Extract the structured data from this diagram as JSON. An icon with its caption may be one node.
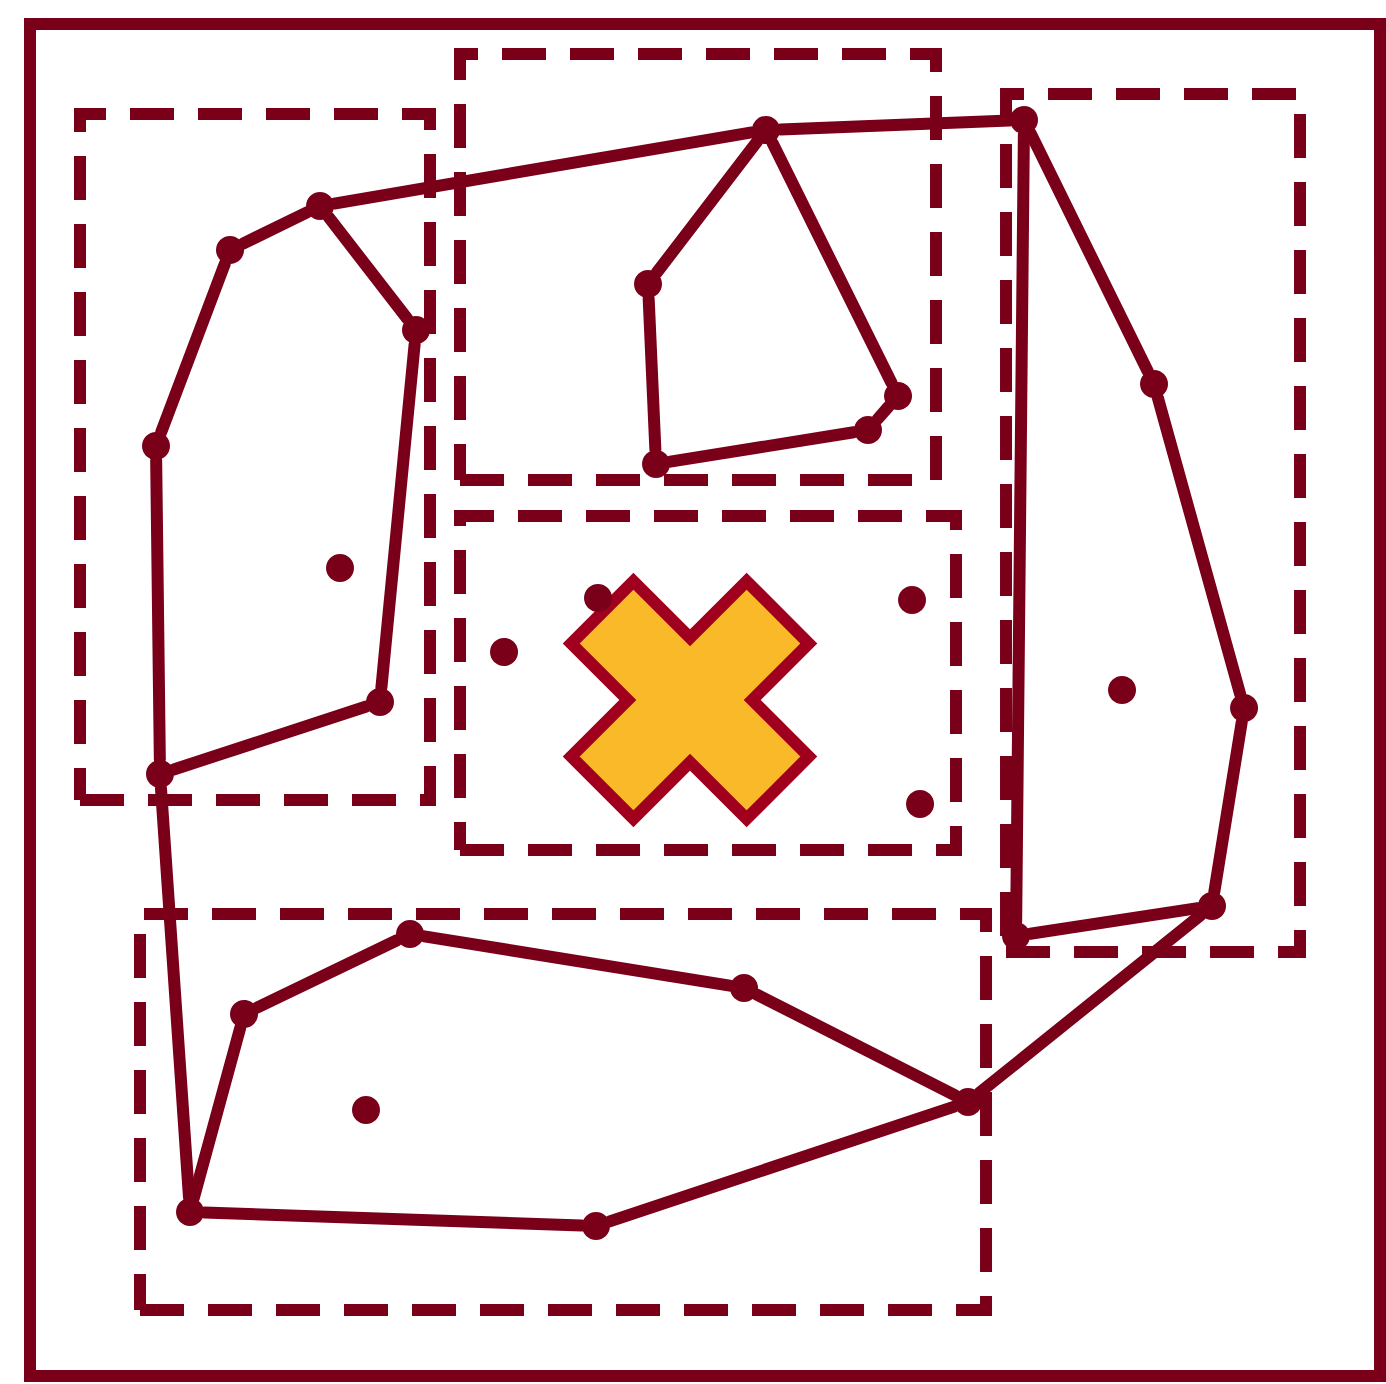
{
  "diagram": {
    "nodes": [
      {
        "text": [],
        "shape": "box"
      },
      {
        "text": [],
        "shape": "box"
      },
      {
        "text": [],
        "shape": "box"
      },
      {
        "text": [],
        "shape": "box"
      },
      {
        "text": [],
        "shape": "box"
      },
      {
        "text": [],
        "shape": "cross",
        "in": 2
      },
      {
        "text": [],
        "shape": "circle",
        "in": 0
      },
      {
        "text": [],
        "shape": "circle",
        "in": 0
      },
      {
        "text": [],
        "shape": "circle",
        "in": 0
      },
      {
        "text": [],
        "shape": "circle",
        "in": 0
      },
      {
        "text": [],
        "shape": "circle",
        "in": 0
      },
      {
        "text": [],
        "shape": "circle",
        "in": 0
      },
      {
        "text": [],
        "shape": "circle",
        "in": 0
      },
      {
        "text": [],
        "shape": "circle",
        "in": 1
      },
      {
        "text": [],
        "shape": "circle",
        "in": 1
      },
      {
        "text": [],
        "shape": "circle",
        "in": 1
      },
      {
        "text": [],
        "shape": "circle",
        "in": 1
      },
      {
        "text": [],
        "shape": "circle",
        "in": 1
      },
      {
        "text": [],
        "shape": "circle",
        "in": 2
      },
      {
        "text": [],
        "shape": "circle",
        "in": 2
      },
      {
        "text": [],
        "shape": "circle",
        "in": 2
      },
      {
        "text": [],
        "shape": "circle",
        "in": 2
      },
      {
        "text": [],
        "shape": "circle",
        "in": 3
      },
      {
        "text": [],
        "shape": "circle",
        "in": 3
      },
      {
        "text": [],
        "shape": "circle",
        "in": 3
      },
      {
        "text": [],
        "shape": "circle",
        "in": 3
      },
      {
        "text": [],
        "shape": "circle",
        "in": 3
      },
      {
        "text": [],
        "shape": "circle",
        "in": 3
      },
      {
        "text": [],
        "shape": "circle",
        "in": 4
      },
      {
        "text": [],
        "shape": "circle",
        "in": 4
      },
      {
        "text": [],
        "shape": "circle",
        "in": 4
      },
      {
        "text": [],
        "shape": "circle",
        "in": 4
      },
      {
        "text": [],
        "shape": "circle",
        "in": 4
      },
      {
        "text": [],
        "shape": "circle",
        "in": 4
      },
      {
        "text": [],
        "shape": "circle",
        "in": 4
      }
    ],
    "edges": [
      {
        "from": 6,
        "to": 7,
        "arrow": "none"
      },
      {
        "from": 7,
        "to": 8,
        "arrow": "none"
      },
      {
        "from": 8,
        "to": 9,
        "arrow": "none"
      },
      {
        "from": 9,
        "to": 10,
        "arrow": "none"
      },
      {
        "from": 10,
        "to": 11,
        "arrow": "none"
      },
      {
        "from": 11,
        "to": 6,
        "arrow": "none"
      },
      {
        "from": 6,
        "to": 13,
        "arrow": "none"
      },
      {
        "from": 9,
        "to": 28,
        "arrow": "none"
      },
      {
        "from": 13,
        "to": 14,
        "arrow": "none"
      },
      {
        "from": 14,
        "to": 15,
        "arrow": "none"
      },
      {
        "from": 15,
        "to": 16,
        "arrow": "none"
      },
      {
        "from": 16,
        "to": 17,
        "arrow": "none"
      },
      {
        "from": 17,
        "to": 13,
        "arrow": "none"
      },
      {
        "from": 13,
        "to": 22,
        "arrow": "none"
      },
      {
        "from": 22,
        "to": 23,
        "arrow": "none"
      },
      {
        "from": 23,
        "to": 24,
        "arrow": "none"
      },
      {
        "from": 24,
        "to": 25,
        "arrow": "none"
      },
      {
        "from": 25,
        "to": 26,
        "arrow": "none"
      },
      {
        "from": 26,
        "to": 22,
        "arrow": "none"
      },
      {
        "from": 28,
        "to": 29,
        "arrow": "none"
      },
      {
        "from": 29,
        "to": 30,
        "arrow": "none"
      },
      {
        "from": 30,
        "to": 31,
        "arrow": "none"
      },
      {
        "from": 31,
        "to": 32,
        "arrow": "none"
      },
      {
        "from": 32,
        "to": 33,
        "arrow": "none"
      },
      {
        "from": 33,
        "to": 28,
        "arrow": "none"
      },
      {
        "from": 32,
        "to": 25,
        "arrow": "none"
      }
    ]
  }
}
